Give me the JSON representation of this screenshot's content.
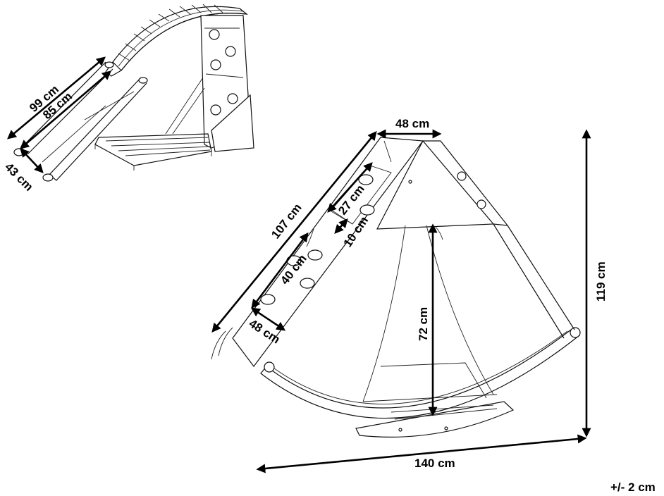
{
  "small_view": {
    "dim_99": "99 cm",
    "dim_85": "85 cm",
    "dim_43": "43 cm"
  },
  "large_view": {
    "dim_48_top": "48 cm",
    "dim_107": "107 cm",
    "dim_27": "27 cm",
    "dim_10": "10 cm",
    "dim_40": "40 cm",
    "dim_48_bottom": "48 cm",
    "dim_72": "72 cm",
    "dim_119": "119 cm",
    "dim_140": "140 cm"
  },
  "tolerance": "+/- 2 cm"
}
